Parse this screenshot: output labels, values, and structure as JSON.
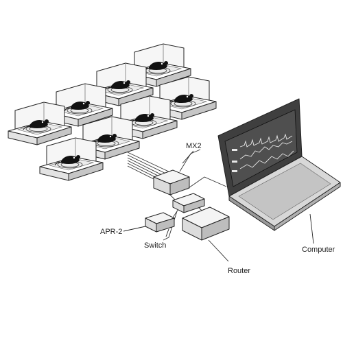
{
  "labels": {
    "mx2": "MX2",
    "apr2": "APR-2",
    "switch": "Switch",
    "router": "Router",
    "computer": "Computer"
  },
  "icons": {
    "chamber": "animal-chamber-icon",
    "laptop": "laptop-computer-icon",
    "mx2": "mx2-hub-box",
    "switch": "network-switch-box",
    "router": "router-box",
    "apr2": "apr2-module-box"
  },
  "colors": {
    "line": "#222222",
    "glass": "#f3f3f3",
    "screen": "#4a4a4a",
    "box_top": "#f4f4f4",
    "box_side": "#bdbdbd",
    "signal": "#e8e8e8"
  }
}
